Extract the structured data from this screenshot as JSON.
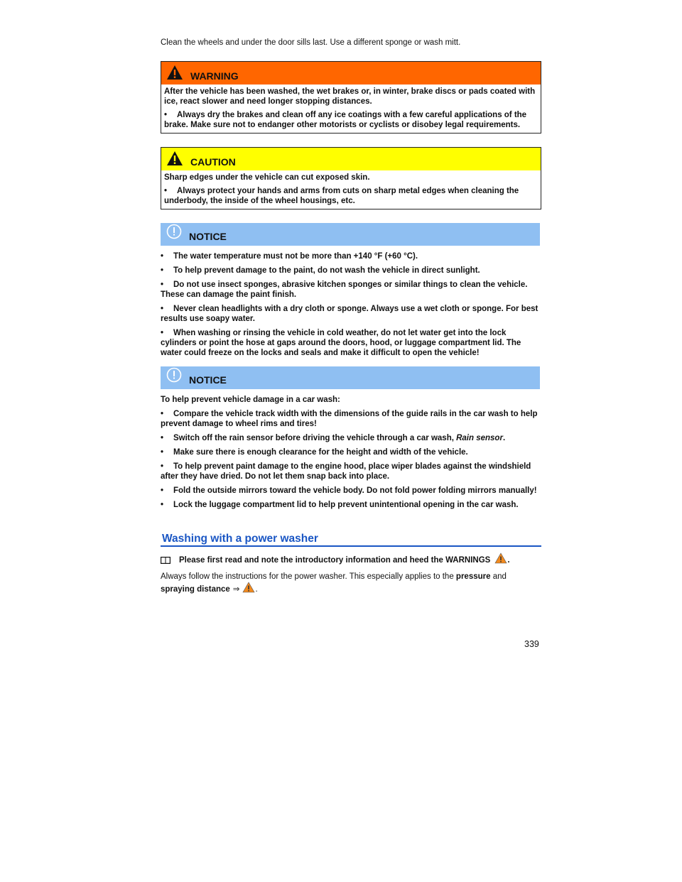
{
  "intro": "Clean the wheels and under the door sills last. Use a different sponge or wash mitt.",
  "warning": {
    "title": "WARNING",
    "color": "#ff6600",
    "text": "After the vehicle has been washed, the wet brakes or, in winter, brake discs or pads coated with ice, react slower and need longer stopping distances.",
    "bullets": [
      "Always dry the brakes and clean off any ice coatings with a few careful applications of the brake. Make sure not to endanger other motorists or cyclists or disobey legal requirements."
    ]
  },
  "caution": {
    "title": "CAUTION",
    "color": "#ffff00",
    "text": "Sharp edges under the vehicle can cut exposed skin.",
    "bullets": [
      "Always protect your hands and arms from cuts on sharp metal edges when cleaning the underbody, the inside of the wheel housings, etc."
    ]
  },
  "notice1": {
    "title": "NOTICE",
    "color": "#8fbff2",
    "bullets": [
      "The water temperature must not be more than +140 °F (+60 °C).",
      "To help prevent damage to the paint, do not wash the vehicle in direct sunlight.",
      "Do not use insect sponges, abrasive kitchen sponges or similar things to clean the vehicle. These can damage the paint finish.",
      "Never clean headlights with a dry cloth or sponge. Always use a wet cloth or sponge. For best results use soapy water.",
      "When washing or rinsing the vehicle in cold weather, do not let water get into the lock cylinders or point the hose at gaps around the doors, hood, or luggage compartment lid. The water could freeze on the locks and seals and make it difficult to open the vehicle!"
    ]
  },
  "notice2": {
    "title": "NOTICE",
    "intro": "To help prevent vehicle damage in a car wash:",
    "bullets": [
      "Compare the vehicle track width with the dimensions of the guide rails in the car wash to help prevent damage to wheel rims and tires!",
      "Make sure there is enough clearance for the height and width of the vehicle.",
      "To help prevent paint damage to the engine hood, place wiper blades against the windshield after they have dried. Do not let them snap back into place.",
      "Fold the outside mirrors toward the vehicle body. Do not fold power folding mirrors manually!",
      "Lock the luggage compartment lid to help prevent unintentional opening in the car wash."
    ],
    "rain_bullet_prefix": "Switch off the rain sensor before driving the vehicle through a car wash, ",
    "rain_bullet_link": "Rain sensor",
    "rain_bullet_suffix": "."
  },
  "section": {
    "title": "Washing with a power washer",
    "read_first": "Please first read and note the introductory information and heed the WARNINGS",
    "para_prefix": "Always follow the instructions for the power washer. This especially applies to the ",
    "para_bold1": "pressure",
    "para_mid": " and",
    "para_bold2": "spraying distance",
    "arrow": "⇒"
  },
  "page_number": "339"
}
